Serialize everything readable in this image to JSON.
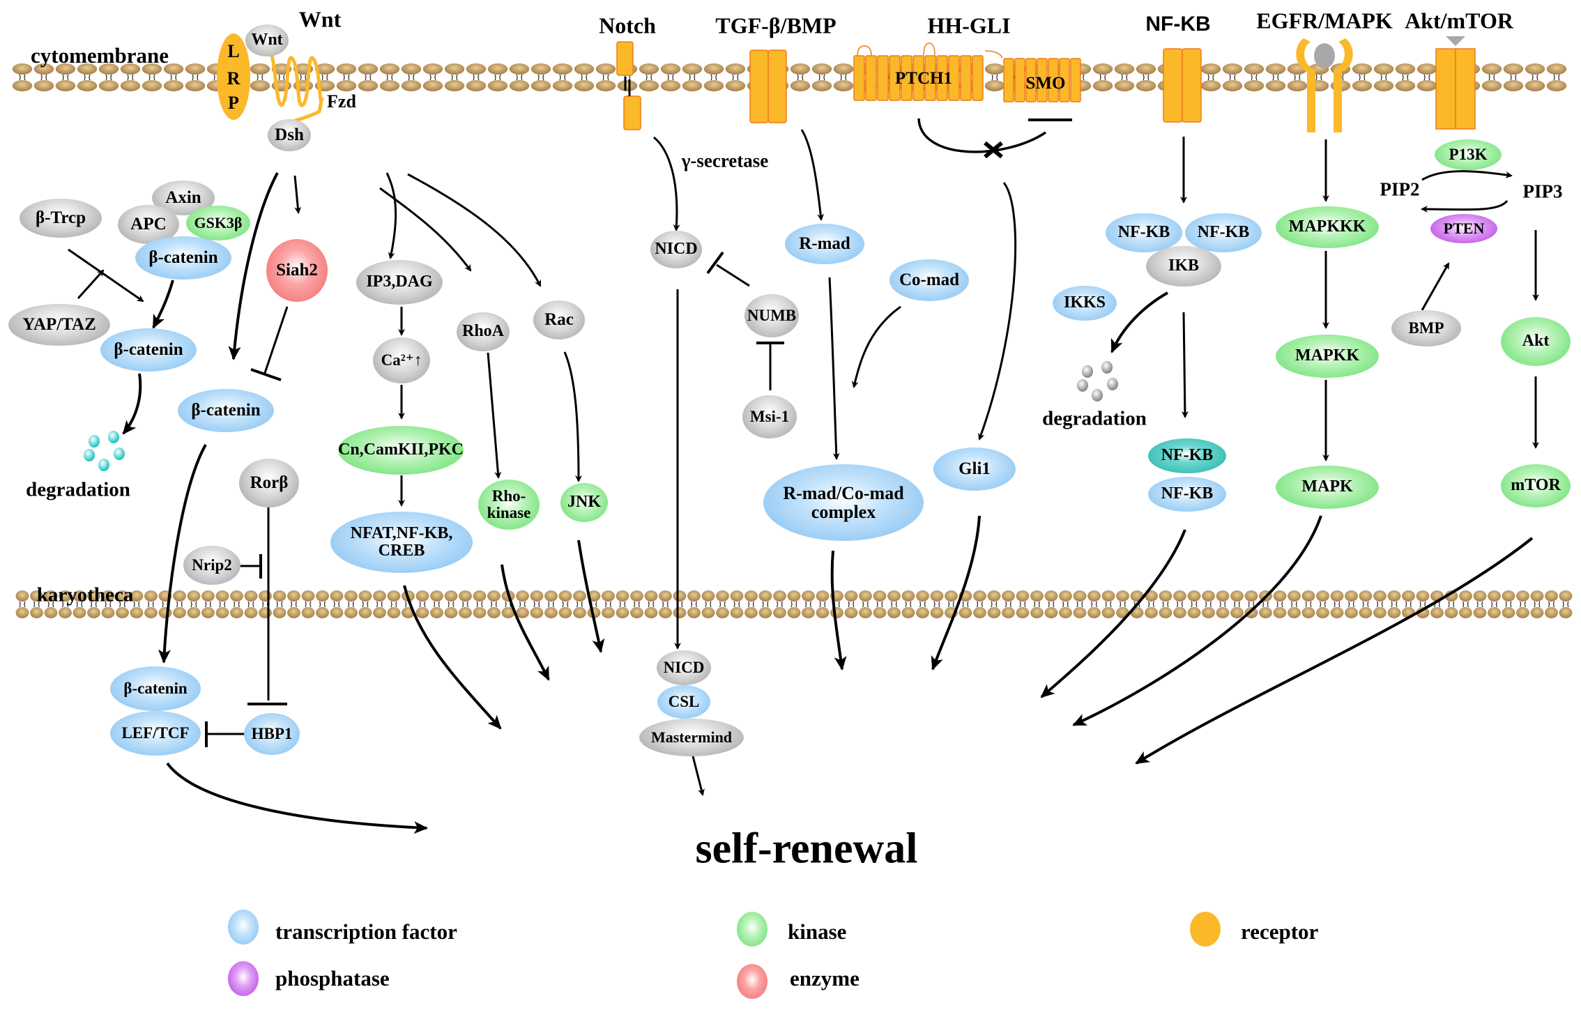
{
  "title": "self-renewal",
  "membranes": {
    "outer": "cytomembrane",
    "inner": "karyotheca"
  },
  "colors": {
    "transcription_factor": "#7cbdf0",
    "kinase": "#60dc64",
    "receptor": "#fbb829",
    "phosphatase": "#b23be0",
    "enzyme": "#ef6565",
    "other": "#9c9c9c",
    "membrane": "#b8925a"
  },
  "pathways": [
    "Wnt",
    "Notch",
    "TGF-β/BMP",
    "HH-GLI",
    "NF-KB",
    "EGFR/MAPK",
    "Akt/mTOR"
  ],
  "receptors": {
    "lrp": [
      "L",
      "R",
      "P"
    ],
    "wnt_ligand": "Wnt",
    "fzd": "Fzd",
    "ptch1": "PTCH1",
    "smo": "SMO"
  },
  "labels": {
    "gamma_secretase": "γ-secretase",
    "pip2": "PIP2",
    "pip3": "PIP3",
    "degradation": "degradation"
  },
  "nodes": {
    "dsh": "Dsh",
    "axin": "Axin",
    "apc": "APC",
    "gsk3b": "GSK3β",
    "bcat1": "β-catenin",
    "btrcp": "β-Trcp",
    "yaptaz": "YAP/TAZ",
    "bcat2": "β-catenin",
    "siah2": "Siah2",
    "bcat3": "β-catenin",
    "rorb": "Rorβ",
    "nrip2": "Nrip2",
    "bcat4": "β-catenin",
    "leftcf": "LEF/TCF",
    "hbp1": "HBP1",
    "ip3dag": "IP3,DAG",
    "ca": "Ca²⁺↑",
    "cncam": "Cn,CamKII,PKC",
    "nfat_line1": "NFAT,NF-KB,",
    "nfat_line2": "CREB",
    "rhoa": "RhoA",
    "rac": "Rac",
    "rhok_line1": "Rho-",
    "rhok_line2": "kinase",
    "jnk": "JNK",
    "nicd1": "NICD",
    "numb": "NUMB",
    "msi1": "Msi-1",
    "nicd2": "NICD",
    "csl": "CSL",
    "mastermind": "Mastermind",
    "rmad": "R-mad",
    "comad": "Co-mad",
    "complex_line1": "R-mad/Co-mad",
    "complex_line2": "complex",
    "gli1": "Gli1",
    "nfkb_a": "NF-KB",
    "nfkb_b": "NF-KB",
    "ikb": "IKB",
    "ikks": "IKKS",
    "nfkb_c": "NF-KB",
    "nfkb_d": "NF-KB",
    "mapkkk": "MAPKKK",
    "mapkk": "MAPKK",
    "mapk": "MAPK",
    "p13k": "P13K",
    "pten": "PTEN",
    "bmp": "BMP",
    "akt": "Akt",
    "mtor": "mTOR"
  },
  "legend": [
    {
      "label": "transcription factor",
      "type": "tf"
    },
    {
      "label": "kinase",
      "type": "kin"
    },
    {
      "label": "receptor",
      "type": "rec"
    },
    {
      "label": "phosphatase",
      "type": "phos"
    },
    {
      "label": "enzyme",
      "type": "enz"
    }
  ]
}
